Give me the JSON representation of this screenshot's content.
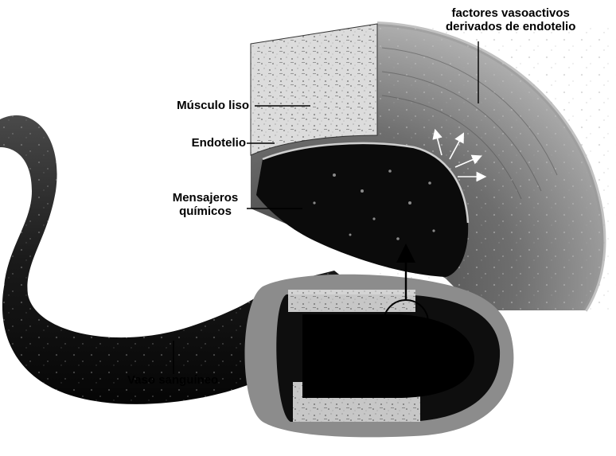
{
  "labels": {
    "vasoactive_line1": "factores vasoactivos",
    "vasoactive_line2": "derivados de endotelio",
    "smooth_muscle": "Músculo liso",
    "endothelium": "Endotelio",
    "messengers_line1": "Mensajeros",
    "messengers_line2": "químicos",
    "blood_vessel": "Vaso sanguíneo"
  },
  "colors": {
    "ink": "#000000",
    "vessel_dark": "#1a1a1a",
    "lumen": "#0a0a0a",
    "muscle_fill": "#d9d9d9",
    "wall_gray": "#7a7a7a",
    "paper": "#ffffff"
  }
}
